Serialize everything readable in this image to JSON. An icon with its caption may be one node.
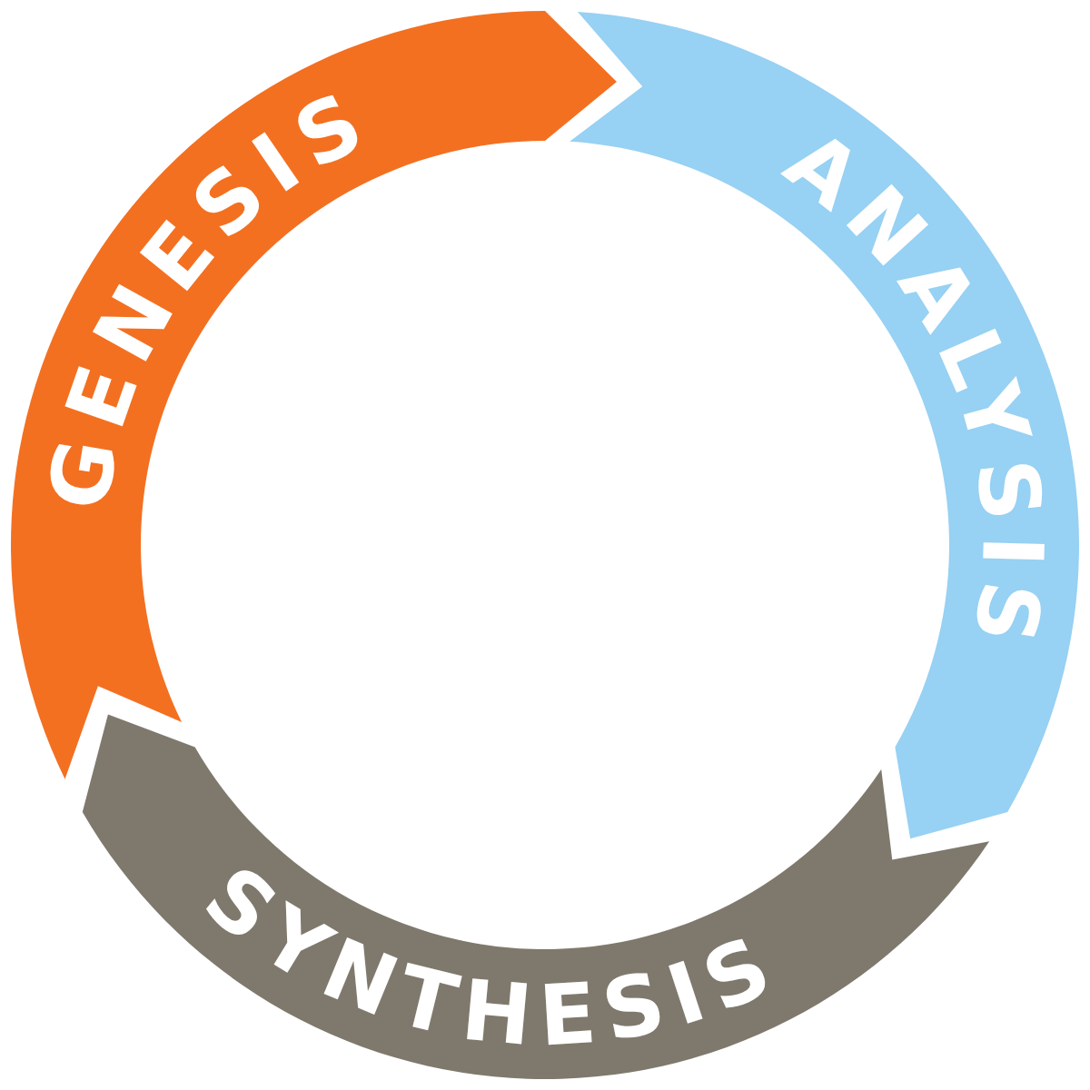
{
  "diagram": {
    "nodes": [
      {
        "text": [
          "GENESIS"
        ]
      },
      {
        "text": [
          "ANALYSIS"
        ]
      },
      {
        "text": [
          "SYNTHESIS"
        ]
      }
    ]
  }
}
